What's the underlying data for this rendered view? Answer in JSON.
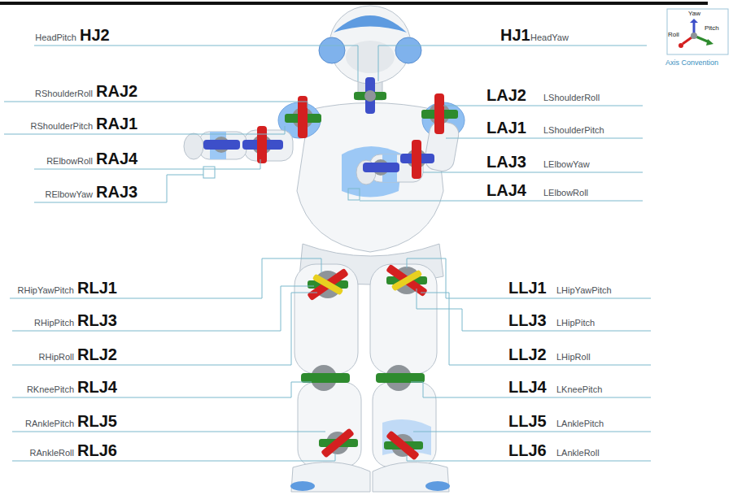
{
  "diagram": {
    "nodes": [
      {
        "text": [
          "Yaw",
          "Roll",
          "Pitch",
          "Axis Convention"
        ]
      }
    ],
    "labels": [
      "HeadPitch",
      "HJ2",
      "HJ1",
      "HeadYaw",
      "RShoulderRoll",
      "RAJ2",
      "LAJ2",
      "LShoulderRoll",
      "RShoulderPitch",
      "RAJ1",
      "LAJ1",
      "LShoulderPitch",
      "RElbowRoll",
      "RAJ4",
      "LAJ3",
      "LElbowYaw",
      "LAJ4",
      "LElbowRoll",
      "RElbowYaw",
      "RAJ3",
      "RHipYawPitch",
      "RLJ1",
      "LLJ1",
      "LHipYawPitch",
      "RHipPitch",
      "RLJ3",
      "LLJ3",
      "LHipPitch",
      "RHipRoll",
      "RLJ2",
      "LLJ2",
      "LHipRoll",
      "RKneePitch",
      "RLJ4",
      "LLJ4",
      "LKneePitch",
      "RAnklePitch",
      "RLJ5",
      "LLJ5",
      "LAnklePitch",
      "RAnkleRoll",
      "RLJ6",
      "LLJ6",
      "LAnkleRoll"
    ]
  }
}
